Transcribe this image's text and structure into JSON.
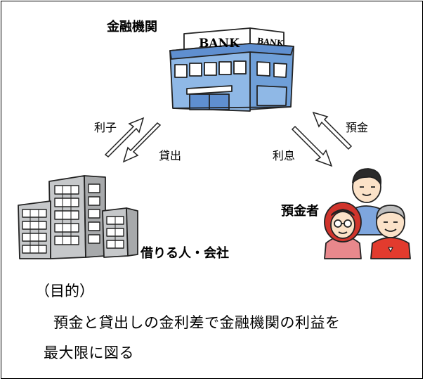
{
  "labels": {
    "bank_title": "金融機関",
    "borrower": "借りる人・会社",
    "depositor": "預金者",
    "interest_left": "利子",
    "loan": "貸出",
    "interest_right": "利息",
    "deposit": "預金"
  },
  "bank_signs": {
    "front": "BANK",
    "side": "BANK"
  },
  "purpose": {
    "heading": "（目的）",
    "line1": "預金と貸出しの金利差で金融機関の利益を",
    "line2": "最大限に図る"
  },
  "colors": {
    "bank_wall": "#8fb8e6",
    "bank_roof": "#5f8fd0",
    "office_gray": "#b9bbbd",
    "woman_hair": "#d0342c",
    "woman_shirt": "#e8888c",
    "man_shirt": "#7ea6de",
    "old_man_shirt": "#e23b2e",
    "skin": "#fbe2c8"
  }
}
